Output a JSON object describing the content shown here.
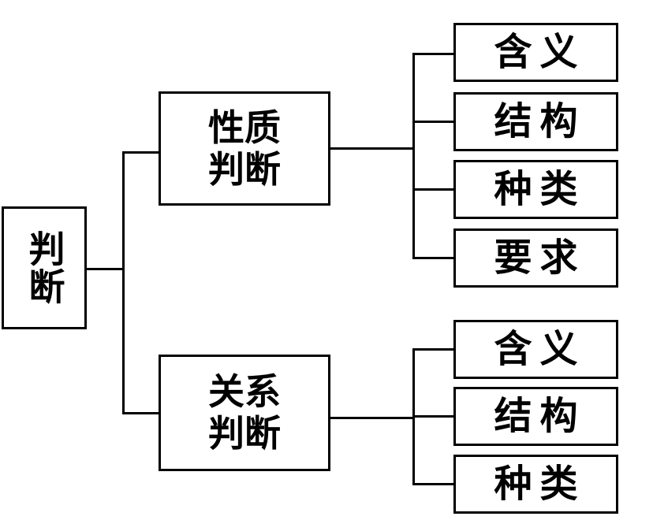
{
  "diagram": {
    "root": {
      "label": "判断"
    },
    "branches": [
      {
        "label_line1": "性质",
        "label_line2": "判断",
        "children": [
          "含义",
          "结构",
          "种类",
          "要求"
        ]
      },
      {
        "label_line1": "关系",
        "label_line2": "判断",
        "children": [
          "含义",
          "结构",
          "种类"
        ]
      }
    ],
    "colors": {
      "stroke": "#000000",
      "fill": "#ffffff",
      "text": "#000000"
    }
  }
}
